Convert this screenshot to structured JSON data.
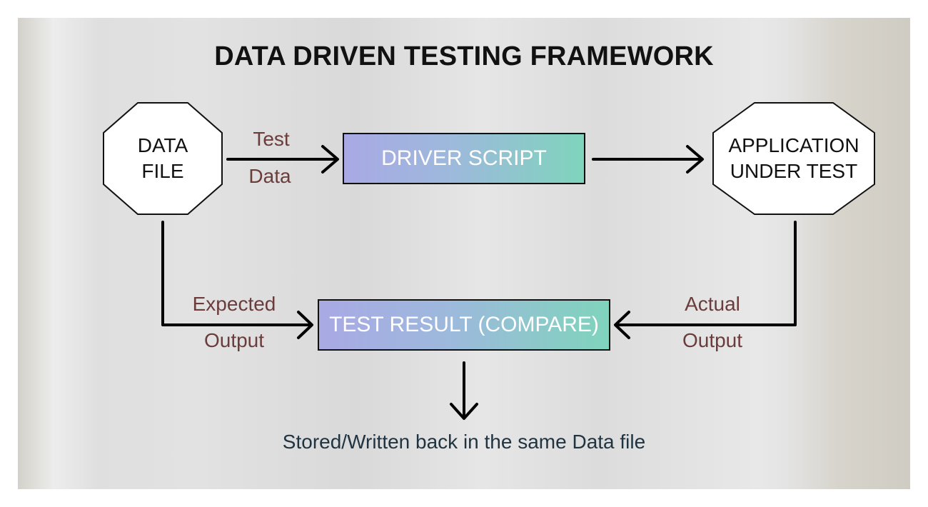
{
  "title": "DATA DRIVEN TESTING FRAMEWORK",
  "nodes": {
    "data_file": [
      "DATA",
      "FILE"
    ],
    "driver_script": "DRIVER SCRIPT",
    "application": [
      "APPLICATION",
      "UNDER TEST"
    ],
    "test_result": "TEST RESULT (COMPARE)"
  },
  "edge_labels": {
    "test_data": [
      "Test",
      "Data"
    ],
    "expected_output": [
      "Expected",
      "Output"
    ],
    "actual_output": [
      "Actual",
      "Output"
    ]
  },
  "footer": "Stored/Written back in the same Data file"
}
